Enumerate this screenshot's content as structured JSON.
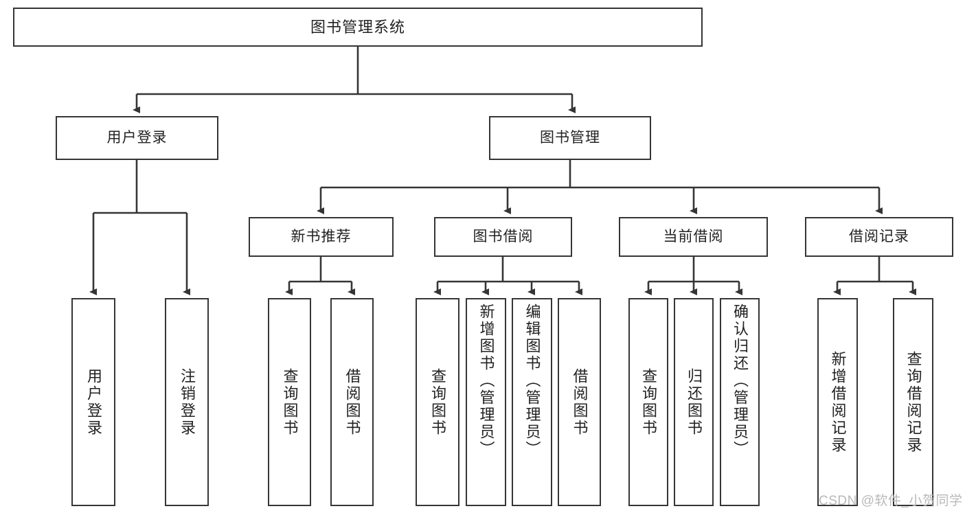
{
  "diagram": {
    "title": "图书管理系统",
    "type": "hierarchy-tree",
    "watermark": "CSDN @软件_小贺同学",
    "colors": {
      "stroke": "#353535",
      "fill": "#ffffff",
      "text": "#222222",
      "watermark": "#b9b9b9"
    },
    "root": {
      "label": "图书管理系统"
    },
    "level1": [
      {
        "label": "用户登录"
      },
      {
        "label": "图书管理"
      }
    ],
    "level2": [
      {
        "label": "新书推荐"
      },
      {
        "label": "图书借阅"
      },
      {
        "label": "当前借阅"
      },
      {
        "label": "借阅记录"
      }
    ],
    "leaves_user_login": [
      {
        "label": "用户登录"
      },
      {
        "label": "注销登录"
      }
    ],
    "leaves_new_books": [
      {
        "label": "查询图书"
      },
      {
        "label": "借阅图书"
      }
    ],
    "leaves_borrow": [
      {
        "label": "查询图书"
      },
      {
        "label": "新增图书（管理员）"
      },
      {
        "label": "编辑图书（管理员）"
      },
      {
        "label": "借阅图书"
      }
    ],
    "leaves_current": [
      {
        "label": "查询图书"
      },
      {
        "label": "归还图书"
      },
      {
        "label": "确认归还（管理员）"
      }
    ],
    "leaves_records": [
      {
        "label": "新增借阅记录"
      },
      {
        "label": "查询借阅记录"
      }
    ]
  }
}
